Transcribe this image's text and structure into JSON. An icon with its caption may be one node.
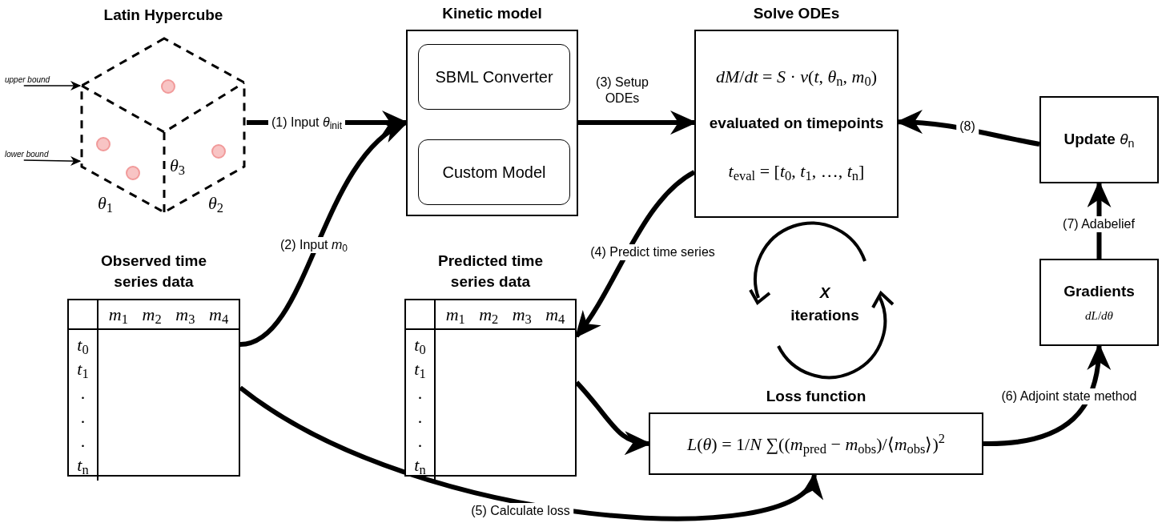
{
  "diagram": {
    "nodes": [
      {
        "text": [
          "Latin Hypercube",
          "*θ*$_{3}$",
          "*θ*$_{1}$",
          "*θ*$_{2}$"
        ]
      },
      {
        "text": [
          "upper bound"
        ]
      },
      {
        "text": [
          "lower bound"
        ]
      },
      {
        "text": [
          "Kinetic model"
        ]
      },
      {
        "text": [
          "SBML Converter"
        ],
        "in": 3
      },
      {
        "text": [
          "Custom Model"
        ],
        "in": 3
      },
      {
        "text": [
          "Solve ODEs",
          "*dM*/*dt* = *S* · *v*(*t*, *θ*$_{n}$, *m*$_{0}$)",
          "evaluated on timepoints",
          "*t*$_{eval}$ = [*t*$_{0}$, *t*$_{1}$, …, *t*$_{n}$]"
        ]
      },
      {
        "text": [
          "**Update** *θ*$_{n}$"
        ]
      },
      {
        "text": [
          "Observed time series data",
          "*m*$_{1}$",
          "*m*$_{2}$",
          "*m*$_{3}$",
          "*m*$_{4}$",
          "*t*$_{0}$",
          "*t*$_{1}$",
          ".",
          ".",
          ".",
          "*t*$_{n}$"
        ]
      },
      {
        "text": [
          "Predicted time series data",
          "*m*$_{1}$",
          "*m*$_{2}$",
          "*m*$_{3}$",
          "*m*$_{4}$",
          "*t*$_{0}$",
          "*t*$_{1}$",
          ".",
          ".",
          ".",
          "*t*$_{n}$"
        ]
      },
      {
        "text": [
          "Gradients",
          "*dL*/*dθ*"
        ]
      },
      {
        "text": [
          "Loss function",
          "*L*(*θ*) = 1/*N* ∑((*m*$_{pred}$ − *m*$_{obs}$)/⟨*m*$_{obs}$⟩)$^{2}$"
        ]
      }
    ],
    "edges": [
      {
        "from": 1,
        "to": 0,
        "arrow": "to"
      },
      {
        "from": 2,
        "to": 0,
        "arrow": "to"
      },
      {
        "from": 0,
        "to": 3,
        "arrow": "to",
        "label": "(1) Input *θ*$_{init}$"
      },
      {
        "from": 8,
        "to": 3,
        "arrow": "to",
        "label": "(2) Input *m*$_{0}$"
      },
      {
        "from": 3,
        "to": 6,
        "arrow": "to",
        "label": "(3) Setup ODEs"
      },
      {
        "from": 6,
        "to": 9,
        "arrow": "to",
        "label": "(4) Predict time series"
      },
      {
        "from": 8,
        "to": 11,
        "arrow": "to",
        "label": "(5) Calculate loss"
      },
      {
        "from": 9,
        "to": 11,
        "arrow": "to"
      },
      {
        "from": 11,
        "to": 10,
        "arrow": "to",
        "label": "(6) Adjoint state method"
      },
      {
        "from": 10,
        "to": 7,
        "arrow": "to",
        "label": "(7) Adabelief"
      },
      {
        "from": 7,
        "to": 6,
        "arrow": "to",
        "label": "(8)"
      }
    ],
    "labels": [
      "*X* iterations"
    ]
  }
}
